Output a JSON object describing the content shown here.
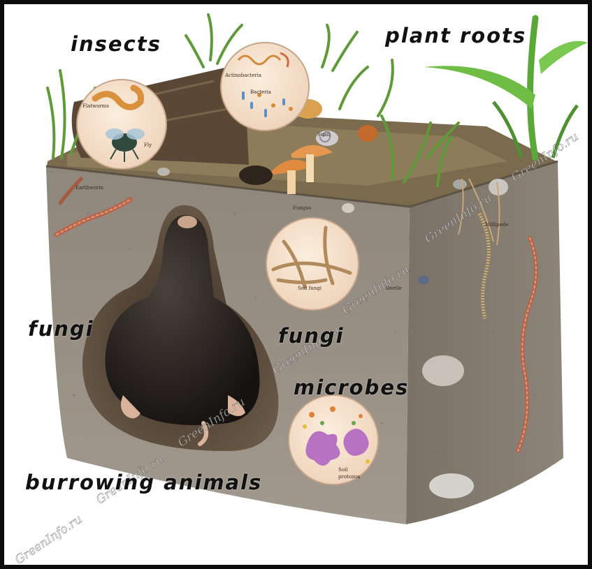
{
  "labels": {
    "insects": "insects",
    "plant_roots": "plant roots",
    "fungi_left": "fungi",
    "fungi_center": "fungi",
    "microbes": "microbes",
    "burrowing_animals": "burrowing animals"
  },
  "watermark": "GreenInfo.ru",
  "insets": {
    "insects": [
      "Flatworms",
      "Fly"
    ],
    "bacteria": [
      "Actinobacteria",
      "Bacteria"
    ],
    "fungi": [
      "Soil fungi"
    ],
    "microbes": [
      "Soil",
      "protozoa"
    ]
  },
  "small_labels": {
    "snail": "Snail",
    "earthworm": "Earthworm",
    "fungus": "Fungus",
    "millipede": "Millipede",
    "beetle": "Beetle"
  },
  "colors": {
    "frame": "#0c0c0c",
    "soil": "#8d8478",
    "burrow": "#4a3d32",
    "grass": "#5f9a3a",
    "inset_fill": "#f6e3cf"
  }
}
